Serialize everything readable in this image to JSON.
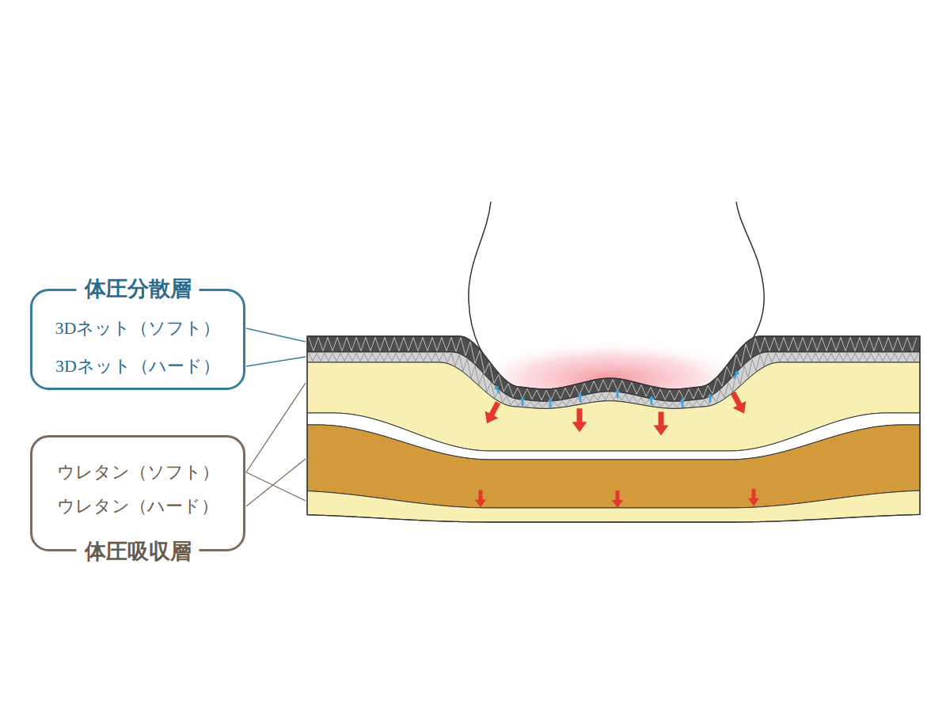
{
  "diagram": {
    "nodes": [
      {
        "text": [
          "体圧分散層",
          "3Dネット（ソフト）",
          "3Dネット（ハード）"
        ]
      },
      {
        "text": [
          "ウレタン（ソフト）",
          "ウレタン（ハード）",
          "体圧吸収層"
        ]
      }
    ]
  }
}
